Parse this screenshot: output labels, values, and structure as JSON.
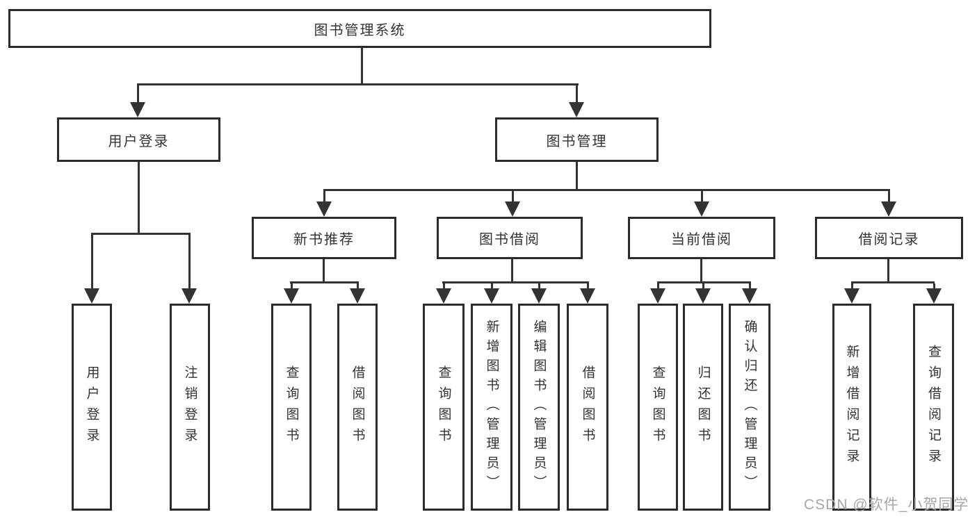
{
  "diagram_title": "图书管理系统",
  "nodes": {
    "root": {
      "id": "library-management-system",
      "label": "图书管理系统"
    },
    "level2": [
      {
        "id": "user-login",
        "label": "用户登录",
        "parent": "图书管理系统"
      },
      {
        "id": "book-management",
        "label": "图书管理",
        "parent": "图书管理系统"
      }
    ],
    "level3": [
      {
        "id": "new-book-recommend",
        "label": "新书推荐",
        "parent": "图书管理"
      },
      {
        "id": "book-borrowing",
        "label": "图书借阅",
        "parent": "图书管理"
      },
      {
        "id": "current-borrowing",
        "label": "当前借阅",
        "parent": "图书管理"
      },
      {
        "id": "borrowing-records",
        "label": "借阅记录",
        "parent": "图书管理"
      }
    ],
    "leaves": [
      {
        "id": "leaf-user-login",
        "label": "用户登录",
        "parent": "用户登录"
      },
      {
        "id": "leaf-logout",
        "label": "注销登录",
        "parent": "用户登录"
      },
      {
        "id": "leaf-query-books-1",
        "label": "查询图书",
        "parent": "新书推荐"
      },
      {
        "id": "leaf-borrow-books-1",
        "label": "借阅图书",
        "parent": "新书推荐"
      },
      {
        "id": "leaf-query-books-2",
        "label": "查询图书",
        "parent": "图书借阅"
      },
      {
        "id": "leaf-add-books-admin",
        "label": "新增图书（管理员）",
        "parent": "图书借阅"
      },
      {
        "id": "leaf-edit-books-admin",
        "label": "编辑图书（管理员）",
        "parent": "图书借阅"
      },
      {
        "id": "leaf-borrow-books-2",
        "label": "借阅图书",
        "parent": "图书借阅"
      },
      {
        "id": "leaf-query-books-3",
        "label": "查询图书",
        "parent": "当前借阅"
      },
      {
        "id": "leaf-return-books",
        "label": "归还图书",
        "parent": "当前借阅"
      },
      {
        "id": "leaf-confirm-return-admin",
        "label": "确认归还（管理员）",
        "parent": "当前借阅"
      },
      {
        "id": "leaf-add-borrow-record",
        "label": "新增借阅记录",
        "parent": "借阅记录"
      },
      {
        "id": "leaf-query-borrow-record",
        "label": "查询借阅记录",
        "parent": "借阅记录"
      }
    ]
  },
  "watermark": "CSDN @软件_小贺同学",
  "colors": {
    "line": "#333333",
    "border": "#2b2b2b",
    "text": "#333333",
    "bg": "#ffffff",
    "watermark": "#a6a6a6"
  }
}
